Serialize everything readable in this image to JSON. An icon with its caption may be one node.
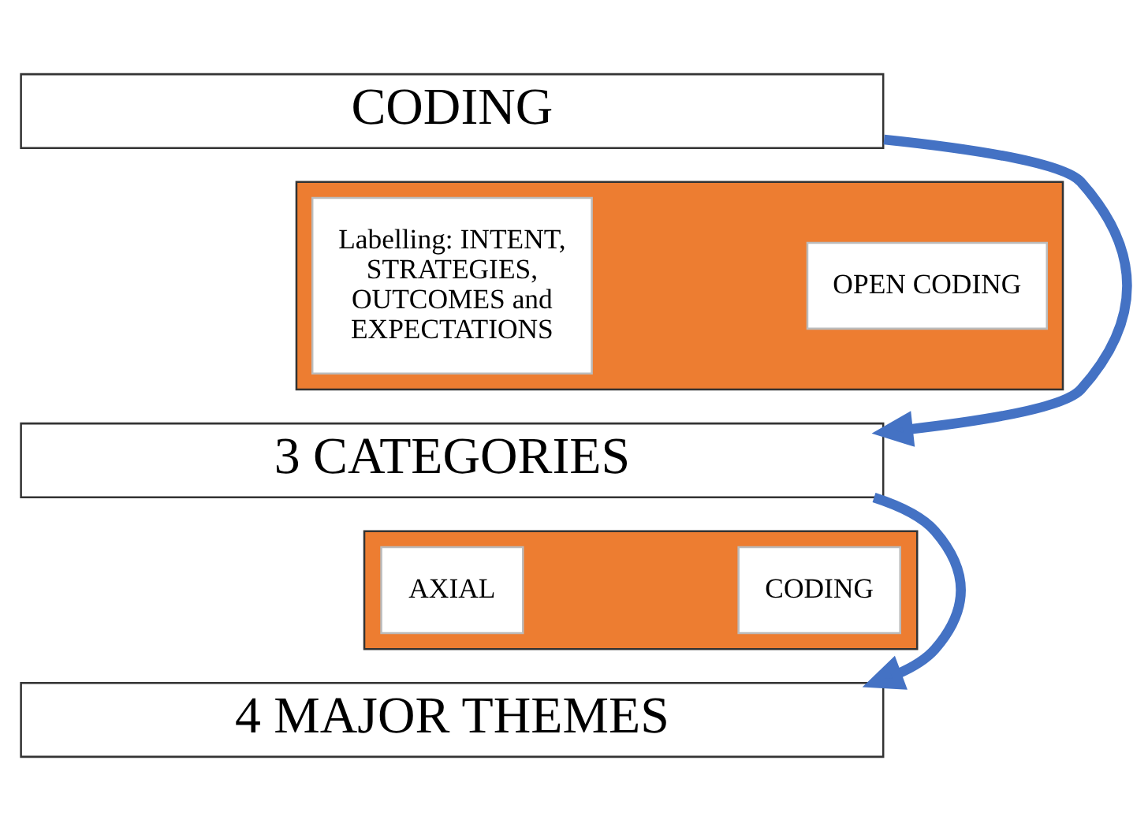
{
  "diagram": {
    "nodes": [
      {
        "text": [
          "CODING"
        ]
      },
      {
        "text": [],
        "shape": "box"
      },
      {
        "text": [
          "Labelling: INTENT, STRATEGIES, OUTCOMES and EXPECTATIONS"
        ],
        "in": 1
      },
      {
        "text": [
          "OPEN CODING"
        ],
        "in": 1
      },
      {
        "text": [
          "3 CATEGORIES"
        ]
      },
      {
        "text": [],
        "shape": "box"
      },
      {
        "text": [
          "AXIAL"
        ],
        "in": 5
      },
      {
        "text": [
          "CODING"
        ],
        "in": 5
      },
      {
        "text": [
          "4 MAJOR THEMES"
        ]
      }
    ],
    "edges": [
      {
        "from": 0,
        "to": 4,
        "arrow": "to",
        "color": "#4472c4"
      },
      {
        "from": 4,
        "to": 8,
        "arrow": "to",
        "color": "#4472c4"
      }
    ]
  }
}
